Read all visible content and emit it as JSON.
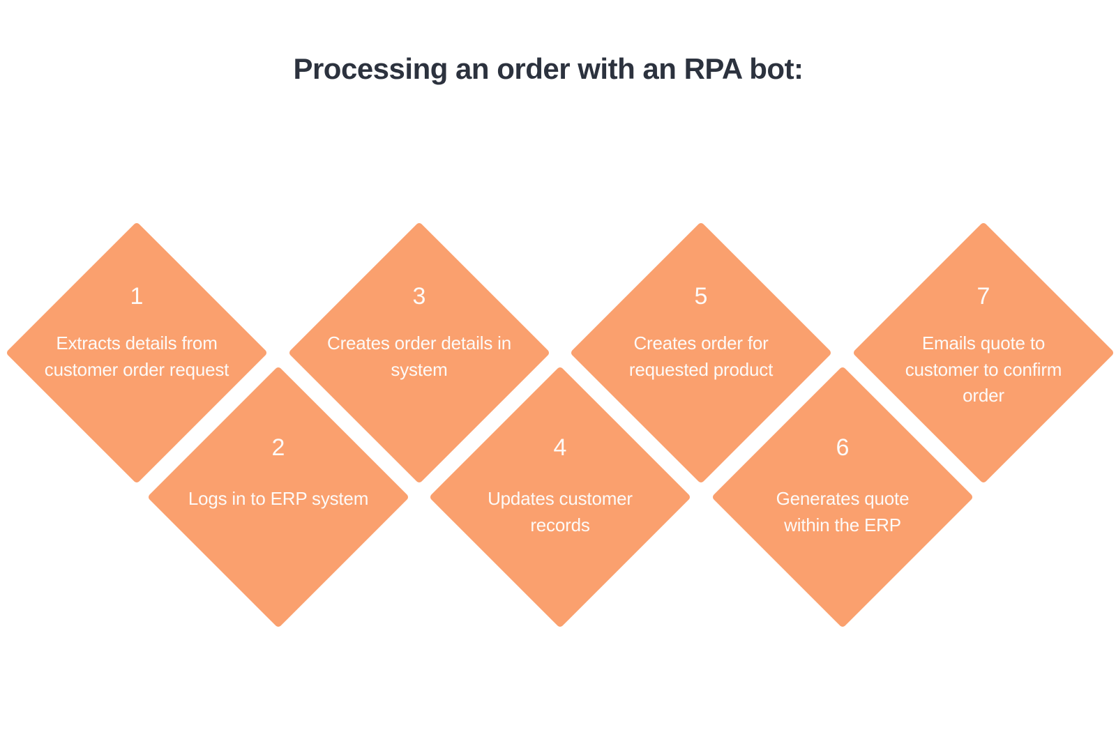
{
  "page": {
    "background": "#ffffff",
    "accent_orange": "#FAA06E",
    "title_color": "#2C323E",
    "step_text_color": "#FDFAF8"
  },
  "title": "Processing an order with an RPA bot:",
  "steps": [
    {
      "number": "1",
      "lines": [
        "Extracts details from",
        "customer order request"
      ]
    },
    {
      "number": "2",
      "lines": [
        "Logs in to ERP system"
      ]
    },
    {
      "number": "3",
      "lines": [
        "Creates order details in",
        "system"
      ]
    },
    {
      "number": "4",
      "lines": [
        "Updates customer",
        "records"
      ]
    },
    {
      "number": "5",
      "lines": [
        "Creates order for",
        "requested product"
      ]
    },
    {
      "number": "6",
      "lines": [
        "Generates quote",
        "within the ERP"
      ]
    },
    {
      "number": "7",
      "lines": [
        "Emails quote to",
        "customer to confirm",
        "order"
      ]
    }
  ]
}
